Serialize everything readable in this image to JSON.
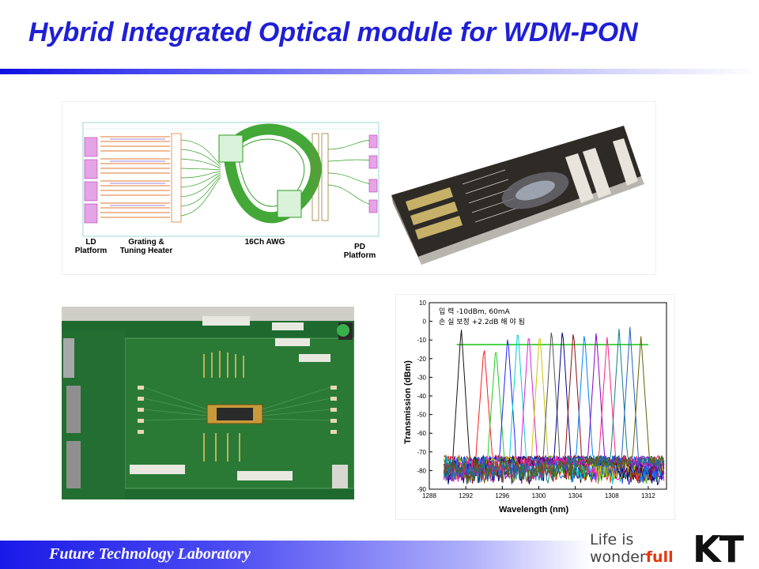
{
  "slide": {
    "title": "Hybrid Integrated Optical module for WDM-PON",
    "footer": "Future Technology Laboratory"
  },
  "layout_figure": {
    "labels": {
      "ld_platform": [
        "LD",
        "Platform"
      ],
      "grating": [
        "Grating &",
        "Tuning Heater"
      ],
      "awg": "16Ch AWG",
      "pd_platform": [
        "PD",
        "Platform"
      ]
    }
  },
  "logo": {
    "line1": "Life is",
    "line2_prefix": "wonder",
    "line2_accent": "full",
    "brand": "KT"
  },
  "colors": {
    "title": "#1f1fd6",
    "awg_green": "#2f9e22",
    "board_green": "#1e6a2e",
    "threshold_line": "#22cc22"
  },
  "chart_data": {
    "type": "line",
    "annotations": [
      "입 력 -10dBm, 60mA",
      "손 실 보정 +2.2dB 해 야 됨"
    ],
    "xlabel": "Wavelength (nm)",
    "ylabel": "Transmission (dBm)",
    "xlim": [
      1288,
      1314
    ],
    "ylim": [
      -90,
      10
    ],
    "xticks": [
      1288,
      1292,
      1296,
      1300,
      1304,
      1308,
      1312
    ],
    "yticks": [
      10,
      0,
      -10,
      -20,
      -30,
      -40,
      -50,
      -60,
      -70,
      -80,
      -90
    ],
    "threshold": {
      "y": -12.5,
      "x_from": 1291,
      "x_to": 1312
    },
    "series": [
      {
        "peak_x": 1291.5,
        "peak_y": -3,
        "color": "#111111"
      },
      {
        "peak_x": 1294.0,
        "peak_y": -13,
        "color": "#ff1a1a"
      },
      {
        "peak_x": 1295.3,
        "peak_y": -13,
        "color": "#22cc22"
      },
      {
        "peak_x": 1296.6,
        "peak_y": -7,
        "color": "#2020ff"
      },
      {
        "peak_x": 1297.7,
        "peak_y": -3,
        "color": "#00d0d0"
      },
      {
        "peak_x": 1298.9,
        "peak_y": -5,
        "color": "#e020e0"
      },
      {
        "peak_x": 1300.1,
        "peak_y": -5,
        "color": "#c8c800"
      },
      {
        "peak_x": 1301.4,
        "peak_y": -3,
        "color": "#555555"
      },
      {
        "peak_x": 1302.6,
        "peak_y": -3,
        "color": "#000088"
      },
      {
        "peak_x": 1303.8,
        "peak_y": -4,
        "color": "#8a1010"
      },
      {
        "peak_x": 1305.0,
        "peak_y": -5,
        "color": "#0080ff"
      },
      {
        "peak_x": 1306.3,
        "peak_y": -5,
        "color": "#8a00c0"
      },
      {
        "peak_x": 1307.5,
        "peak_y": -7,
        "color": "#ff2080"
      },
      {
        "peak_x": 1308.8,
        "peak_y": -4,
        "color": "#108080"
      },
      {
        "peak_x": 1310.0,
        "peak_y": -3,
        "color": "#2060c0"
      },
      {
        "peak_x": 1311.2,
        "peak_y": -8,
        "color": "#606000"
      }
    ],
    "noise_floor": -72
  }
}
